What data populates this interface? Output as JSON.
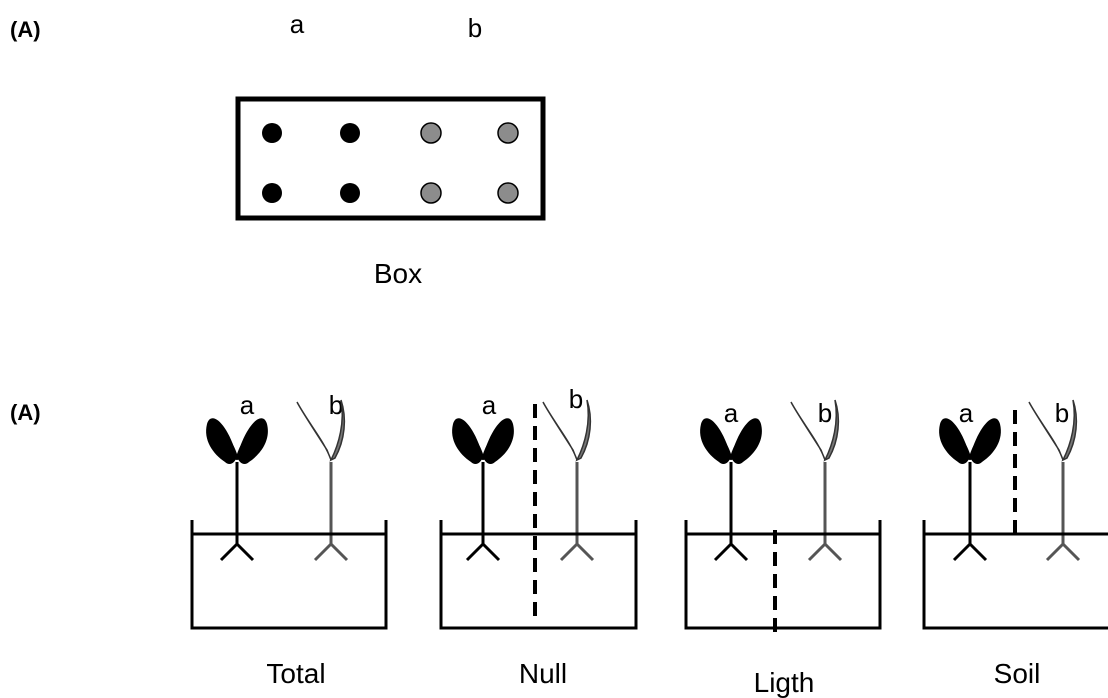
{
  "panel_top": {
    "letter": "(A)",
    "group_labels": [
      "a",
      "b"
    ],
    "caption": "Box",
    "colors": {
      "group_a": "#000000",
      "group_b": "#8c8c8c"
    }
  },
  "panel_bottom": {
    "letter": "(A)",
    "plant_labels": {
      "a": "a",
      "b": "b"
    },
    "treatments": [
      {
        "name": "Total",
        "barrier": "none"
      },
      {
        "name": "Null",
        "barrier": "full"
      },
      {
        "name": "Ligth",
        "barrier": "below-ground"
      },
      {
        "name": "Soil",
        "barrier": "above-ground"
      }
    ],
    "colors": {
      "plant_a": "#000000",
      "plant_b": "#555555",
      "leaf_b_fill": "#777777"
    }
  }
}
